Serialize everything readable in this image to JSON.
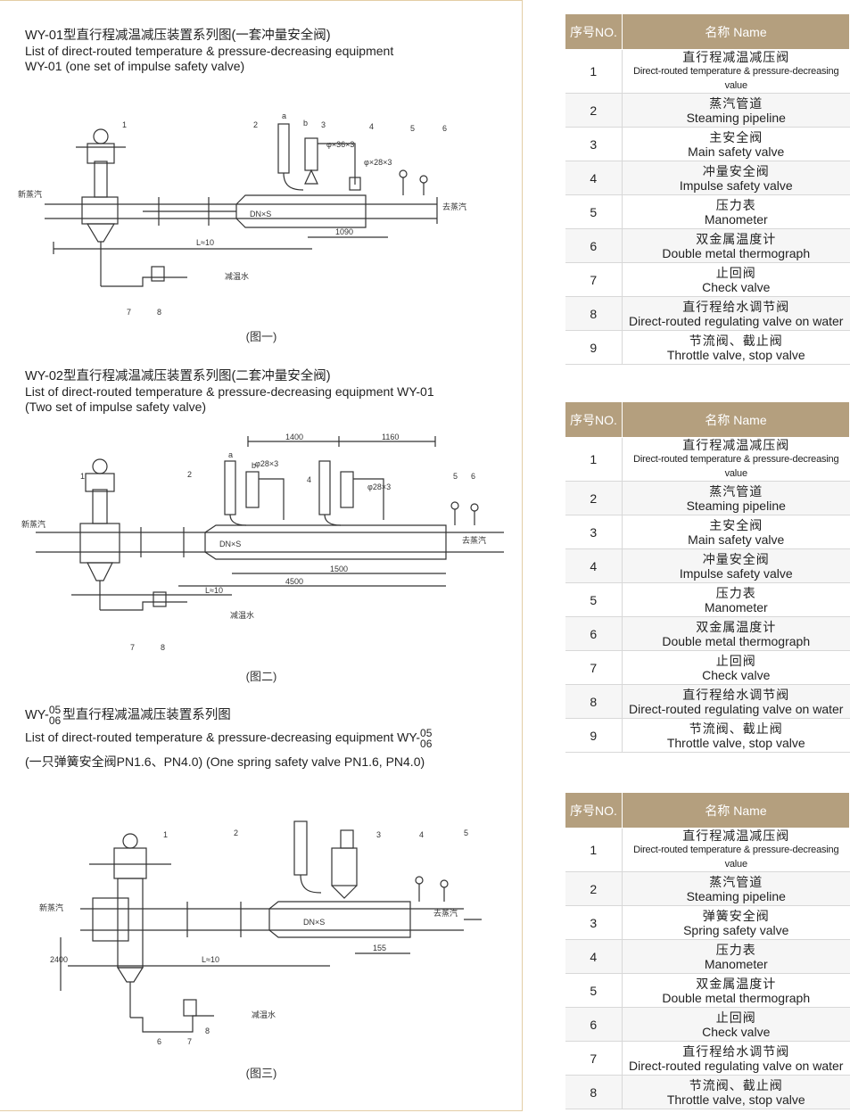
{
  "sections": [
    {
      "title": "WY-01型直行程减温减压装置系列图(一套冲量安全阀)",
      "line1": "List of direct-routed temperature & pressure-decreasing equipment",
      "line2": "WY-01 (one set of impulse safety valve)",
      "caption": "(图一)",
      "labels": {
        "inlet": "新蒸汽",
        "outlet": "去蒸汽",
        "water": "减温水",
        "dn": "DN×S",
        "dim_a": "1090",
        "dim_l": "L≈10",
        "pipe_a": "φ×36×3",
        "pipe_b": "φ×28×3",
        "n1": "1",
        "n2": "2",
        "n3": "3",
        "n4": "4",
        "n5": "5",
        "n6": "6",
        "n7": "7",
        "n8": "8",
        "na": "a",
        "nb": "b"
      }
    },
    {
      "title": "WY-02型直行程减温减压装置系列图(二套冲量安全阀)",
      "line1": "List of direct-routed temperature & pressure-decreasing equipment WY-01",
      "line2": "(Two set of impulse safety valve)",
      "caption": "(图二)",
      "labels": {
        "inlet": "新蒸汽",
        "outlet": "去蒸汽",
        "water": "减温水",
        "dn": "DN×S",
        "dim_a": "1400",
        "dim_b": "1160",
        "dim_c": "1500",
        "dim_d": "4500",
        "dim_l": "L≈10",
        "pipe_a": "φ28×3",
        "pipe_b": "φ28×3",
        "n1": "1",
        "n2": "2",
        "n4": "4",
        "n5": "5",
        "n6": "6",
        "n7": "7",
        "n8": "8",
        "na": "a",
        "nb": "b"
      }
    },
    {
      "title_pre": "WY-",
      "title_sup": "05",
      "title_sub": "06",
      "title_post": "型直行程减温减压装置系列图",
      "line1_pre": "List of direct-routed temperature & pressure-decreasing equipment WY-",
      "line1_sup": "05",
      "line1_sub": "06",
      "line2": "(一只弹簧安全阀PN1.6、PN4.0) (One spring safety valve PN1.6, PN4.0)",
      "caption": "(图三)",
      "labels": {
        "inlet": "新蒸汽",
        "outlet": "去蒸汽",
        "water": "减温水",
        "dn": "DN×S",
        "dim_a": "155",
        "dim_h": "2400",
        "dim_l": "L≈10",
        "n1": "1",
        "n2": "2",
        "n3": "3",
        "n4": "4",
        "n5": "5",
        "n6": "6",
        "n7": "7",
        "n8": "8"
      }
    }
  ],
  "tables": [
    {
      "header_no": "序号NO.",
      "header_name": "名称 Name",
      "rows": [
        {
          "no": "1",
          "cn": "直行程减温减压阀",
          "en": "Direct-routed temperature & pressure-decreasing value",
          "small": true
        },
        {
          "no": "2",
          "cn": "蒸汽管道",
          "en": "Steaming pipeline"
        },
        {
          "no": "3",
          "cn": "主安全阀",
          "en": "Main safety valve"
        },
        {
          "no": "4",
          "cn": "冲量安全阀",
          "en": "Impulse safety valve"
        },
        {
          "no": "5",
          "cn": "压力表",
          "en": "Manometer"
        },
        {
          "no": "6",
          "cn": "双金属温度计",
          "en": "Double metal thermograph"
        },
        {
          "no": "7",
          "cn": "止回阀",
          "en": "Check valve"
        },
        {
          "no": "8",
          "cn": "直行程给水调节阀",
          "en": "Direct-routed regulating valve on water"
        },
        {
          "no": "9",
          "cn": "节流阀、截止阀",
          "en": "Throttle valve, stop valve"
        }
      ]
    },
    {
      "header_no": "序号NO.",
      "header_name": "名称 Name",
      "rows": [
        {
          "no": "1",
          "cn": "直行程减温减压阀",
          "en": "Direct-routed temperature & pressure-decreasing value",
          "small": true
        },
        {
          "no": "2",
          "cn": "蒸汽管道",
          "en": "Steaming pipeline"
        },
        {
          "no": "3",
          "cn": "主安全阀",
          "en": "Main safety valve"
        },
        {
          "no": "4",
          "cn": "冲量安全阀",
          "en": "Impulse safety valve"
        },
        {
          "no": "5",
          "cn": "压力表",
          "en": "Manometer"
        },
        {
          "no": "6",
          "cn": "双金属温度计",
          "en": "Double metal thermograph"
        },
        {
          "no": "7",
          "cn": "止回阀",
          "en": "Check valve"
        },
        {
          "no": "8",
          "cn": "直行程给水调节阀",
          "en": "Direct-routed regulating valve on water"
        },
        {
          "no": "9",
          "cn": "节流阀、截止阀",
          "en": "Throttle valve, stop valve"
        }
      ]
    },
    {
      "header_no": "序号NO.",
      "header_name": "名称 Name",
      "rows": [
        {
          "no": "1",
          "cn": "直行程减温减压阀",
          "en": "Direct-routed temperature & pressure-decreasing value",
          "small": true
        },
        {
          "no": "2",
          "cn": "蒸汽管道",
          "en": "Steaming pipeline"
        },
        {
          "no": "3",
          "cn": "弹簧安全阀",
          "en": "Spring safety valve"
        },
        {
          "no": "4",
          "cn": "压力表",
          "en": "Manometer"
        },
        {
          "no": "5",
          "cn": "双金属温度计",
          "en": "Double metal thermograph"
        },
        {
          "no": "6",
          "cn": "止回阀",
          "en": "Check valve"
        },
        {
          "no": "7",
          "cn": "直行程给水调节阀",
          "en": "Direct-routed regulating valve on water"
        },
        {
          "no": "8",
          "cn": "节流阀、截止阀",
          "en": "Throttle valve, stop valve"
        }
      ]
    }
  ],
  "colors": {
    "header_bg": "#b49f7e",
    "panel_border": "#e3cda5",
    "line": "#333333"
  }
}
